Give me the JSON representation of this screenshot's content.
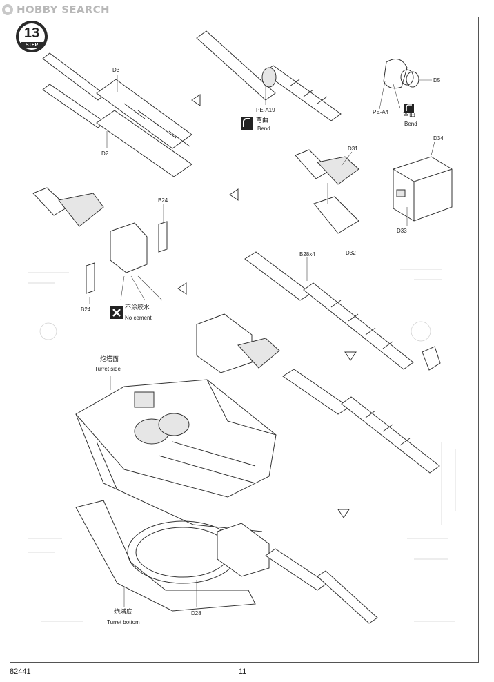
{
  "watermark": {
    "text": "HOBBY SEARCH"
  },
  "step": {
    "number": "13",
    "label": "STEP"
  },
  "labels": {
    "d3": "D3",
    "d2": "D2",
    "pe_a19": "PE-A19",
    "bend_cn_1": "弯曲",
    "bend_en_1": "Bend",
    "d5": "D5",
    "pe_a4": "PE-A4",
    "bend_cn_2": "弯曲",
    "bend_en_2": "Bend",
    "d31": "D31",
    "d34": "D34",
    "d32": "D32",
    "d33": "D33",
    "b24_top": "B24",
    "b24_bottom": "B24",
    "no_cement_cn": "不涂胶水",
    "no_cement_en": "No cement",
    "b28x4": "B28x4",
    "turret_side_cn": "炮塔面",
    "turret_side_en": "Turret side",
    "turret_bottom_cn": "炮塔底",
    "turret_bottom_en": "Turret bottom",
    "d28": "D28"
  },
  "footer": {
    "product_code": "82441",
    "page_number": "11"
  }
}
